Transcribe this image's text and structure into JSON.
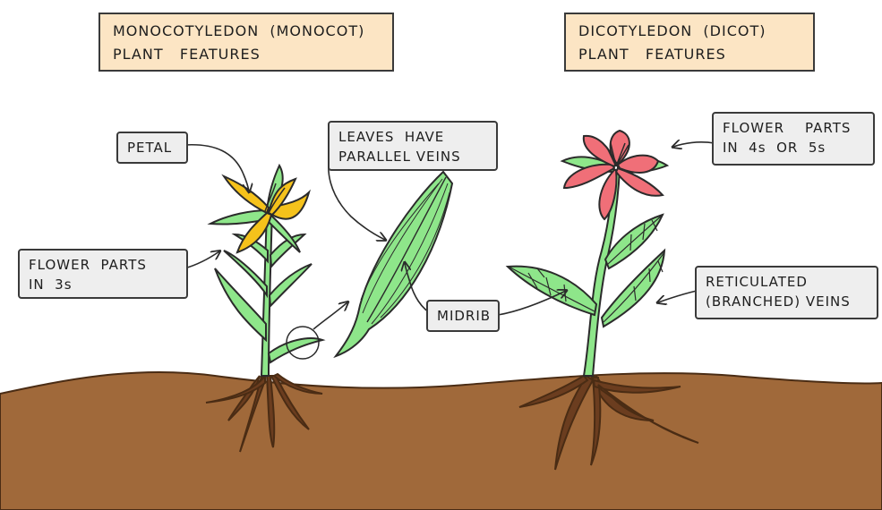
{
  "monocot": {
    "title_line1": "MONOCOTYLEDON  (MONOCOT)",
    "title_line2": "PLANT   FEATURES",
    "labels": {
      "petal": "PETAL",
      "flower_parts_line1": "FLOWER  PARTS",
      "flower_parts_line2": "IN  3s",
      "leaves_line1": "LEAVES  HAVE",
      "leaves_line2": "PARALLEL VEINS",
      "midrib": "MIDRIB"
    }
  },
  "dicot": {
    "title_line1": "DICOTYLEDON  (DICOT)",
    "title_line2": "PLANT   FEATURES",
    "labels": {
      "flower_parts_line1": "FLOWER    PARTS",
      "flower_parts_line2": "IN  4s  OR  5s",
      "veins_line1": "RETICULATED",
      "veins_line2": "(BRANCHED) VEINS"
    }
  },
  "colors": {
    "title_bg": "#fce5c4",
    "tag_bg": "#eeeeee",
    "soil": "#a0693a",
    "stem": "#8ee68a",
    "monocot_flower": "#f5c21b",
    "dicot_flower": "#f06f78",
    "root": "#6b3d1f"
  }
}
